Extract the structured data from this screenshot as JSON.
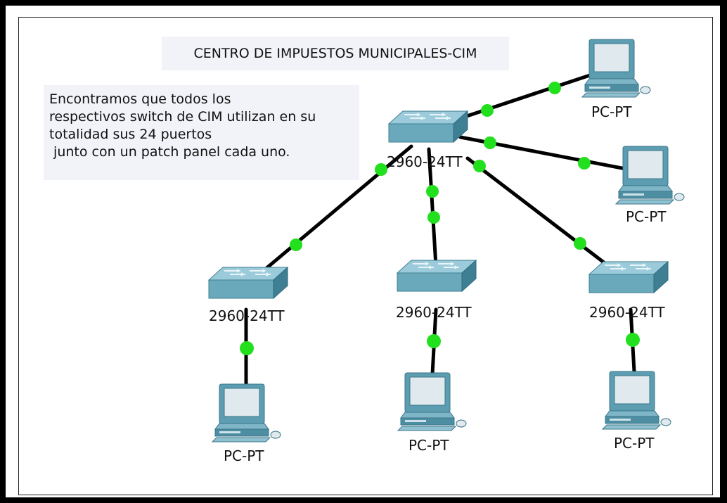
{
  "title": "CENTRO DE IMPUESTOS MUNICIPALES-CIM",
  "note": {
    "lines": [
      "Encontramos que todos los",
      "respectivos switch de CIM utilizan en su",
      "totalidad sus 24 puertos",
      " junto con un patch panel cada uno."
    ]
  },
  "devices": {
    "core_switch": {
      "label": "2960-24TT",
      "type": "switch-icon"
    },
    "switch_left": {
      "label": "2960-24TT",
      "type": "switch-icon"
    },
    "switch_middle": {
      "label": "2960-24TT",
      "type": "switch-icon"
    },
    "switch_right": {
      "label": "2960-24TT",
      "type": "switch-icon"
    },
    "pc_top_right": {
      "label": "PC-PT",
      "type": "pc-icon"
    },
    "pc_right": {
      "label": "PC-PT",
      "type": "pc-icon"
    },
    "pc_left": {
      "label": "PC-PT",
      "type": "pc-icon"
    },
    "pc_middle": {
      "label": "PC-PT",
      "type": "pc-icon"
    },
    "pc_bottom_right": {
      "label": "PC-PT",
      "type": "pc-icon"
    }
  },
  "colors": {
    "link": "#000000",
    "link_status": "#22e01e",
    "switch_top": "#8fc4d4",
    "switch_side": "#4a8ea3",
    "pc_body": "#5c9db2",
    "label_background": "#f2f3f9"
  }
}
